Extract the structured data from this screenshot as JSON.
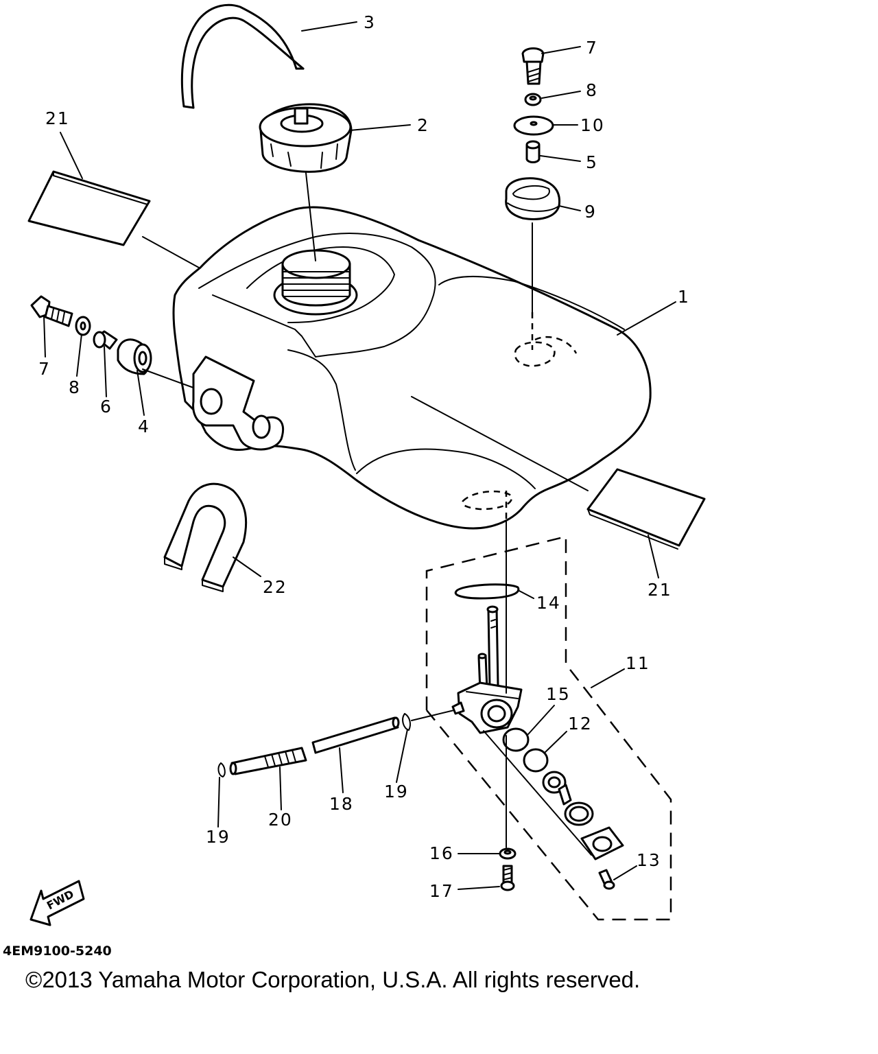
{
  "callouts": {
    "c1": "1",
    "c2": "2",
    "c3": "3",
    "c4": "4",
    "c5": "5",
    "c6": "6",
    "c7a": "7",
    "c7b": "7",
    "c8a": "8",
    "c8b": "8",
    "c9": "9",
    "c10": "10",
    "c11": "11",
    "c12": "12",
    "c13": "13",
    "c14": "14",
    "c15": "15",
    "c16": "16",
    "c17": "17",
    "c18": "18",
    "c19a": "19",
    "c19b": "19",
    "c20": "20",
    "c21a": "21",
    "c21b": "21",
    "c22": "22"
  },
  "fwd_label": "FWD",
  "diagram_code": "4EM9100-5240",
  "copyright": "©2013 Yamaha Motor Corporation, U.S.A. All rights reserved."
}
